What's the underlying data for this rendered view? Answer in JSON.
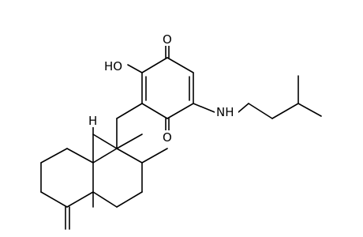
{
  "atoms": {
    "o_top": "O",
    "o_bottom": "O",
    "ho": "HO",
    "nh": "NH",
    "h_stereo": "H"
  },
  "colors": {
    "bond": "#000000",
    "label": "#000000",
    "background": "#ffffff"
  }
}
